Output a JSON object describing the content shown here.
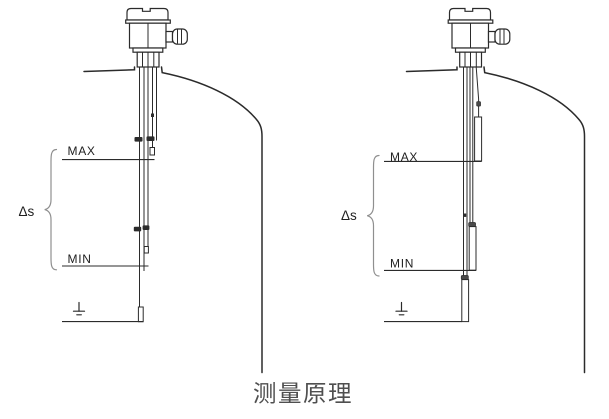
{
  "caption": "测量原理",
  "colors": {
    "line": "#2b2b2b",
    "label": "#1f1f1f",
    "brace": "#8f8f8f",
    "caption_text": "#4f4f4f",
    "background": "#ffffff"
  },
  "diagrams": [
    {
      "max_label": "MAX",
      "min_label": "MIN",
      "span_label": "Δs"
    },
    {
      "max_label": "MAX",
      "min_label": "MIN",
      "span_label": "Δs"
    }
  ]
}
